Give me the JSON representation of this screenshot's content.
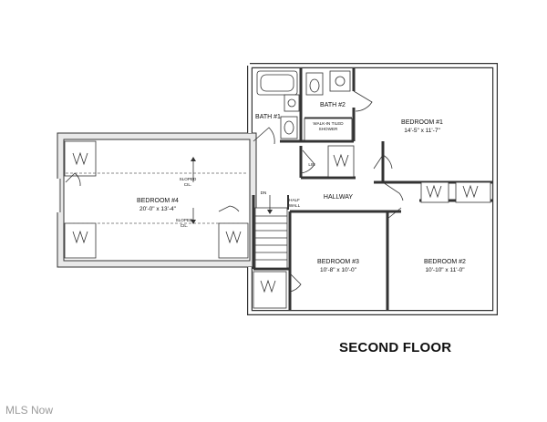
{
  "rooms": {
    "bedroom1": {
      "name": "BEDROOM #1",
      "dims": "14'-5\" x 11'-7\""
    },
    "bedroom2": {
      "name": "BEDROOM #2",
      "dims": "10'-10\" x 11'-0\""
    },
    "bedroom3": {
      "name": "BEDROOM #3",
      "dims": "10'-8\" x 10'-0\""
    },
    "bedroom4": {
      "name": "BEDROOM #4",
      "dims": "20'-0\" x 13'-4\""
    },
    "bath1": {
      "name": "BATH #1"
    },
    "bath2": {
      "name": "BATH #2"
    },
    "hallway": {
      "name": "HALLWAY"
    }
  },
  "notes": {
    "shower_line1": "WALK-IN TILED",
    "shower_line2": "SHOWER",
    "lin": "LIN",
    "dn": "DN",
    "half_wall_line1": "HALF",
    "half_wall_line2": "WALL",
    "sloped_top_line1": "SLOPED",
    "sloped_top_line2": "CIL.",
    "sloped_bottom_line1": "SLOPED",
    "sloped_bottom_line2": "CIL."
  },
  "floor_title": "SECOND FLOOR",
  "watermark": "MLS Now"
}
